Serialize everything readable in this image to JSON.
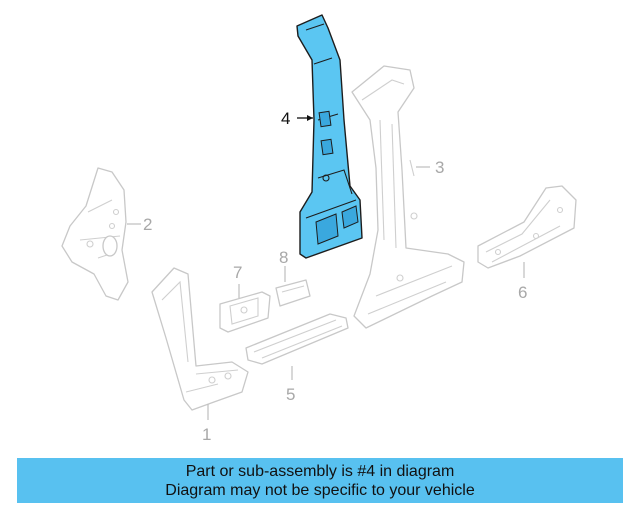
{
  "callouts": {
    "c1": "1",
    "c2": "2",
    "c3": "3",
    "c4": "4",
    "c5": "5",
    "c6": "6",
    "c7": "7",
    "c8": "8"
  },
  "highlighted_callout": "4",
  "colors": {
    "highlight_fill": "#5bc6f2",
    "banner_background": "#58c1f0",
    "ghost_parts": "#c8c8c8"
  },
  "banner": {
    "line1": "Part or sub-assembly is #4 in diagram",
    "line2": "Diagram may not be specific to your vehicle"
  }
}
